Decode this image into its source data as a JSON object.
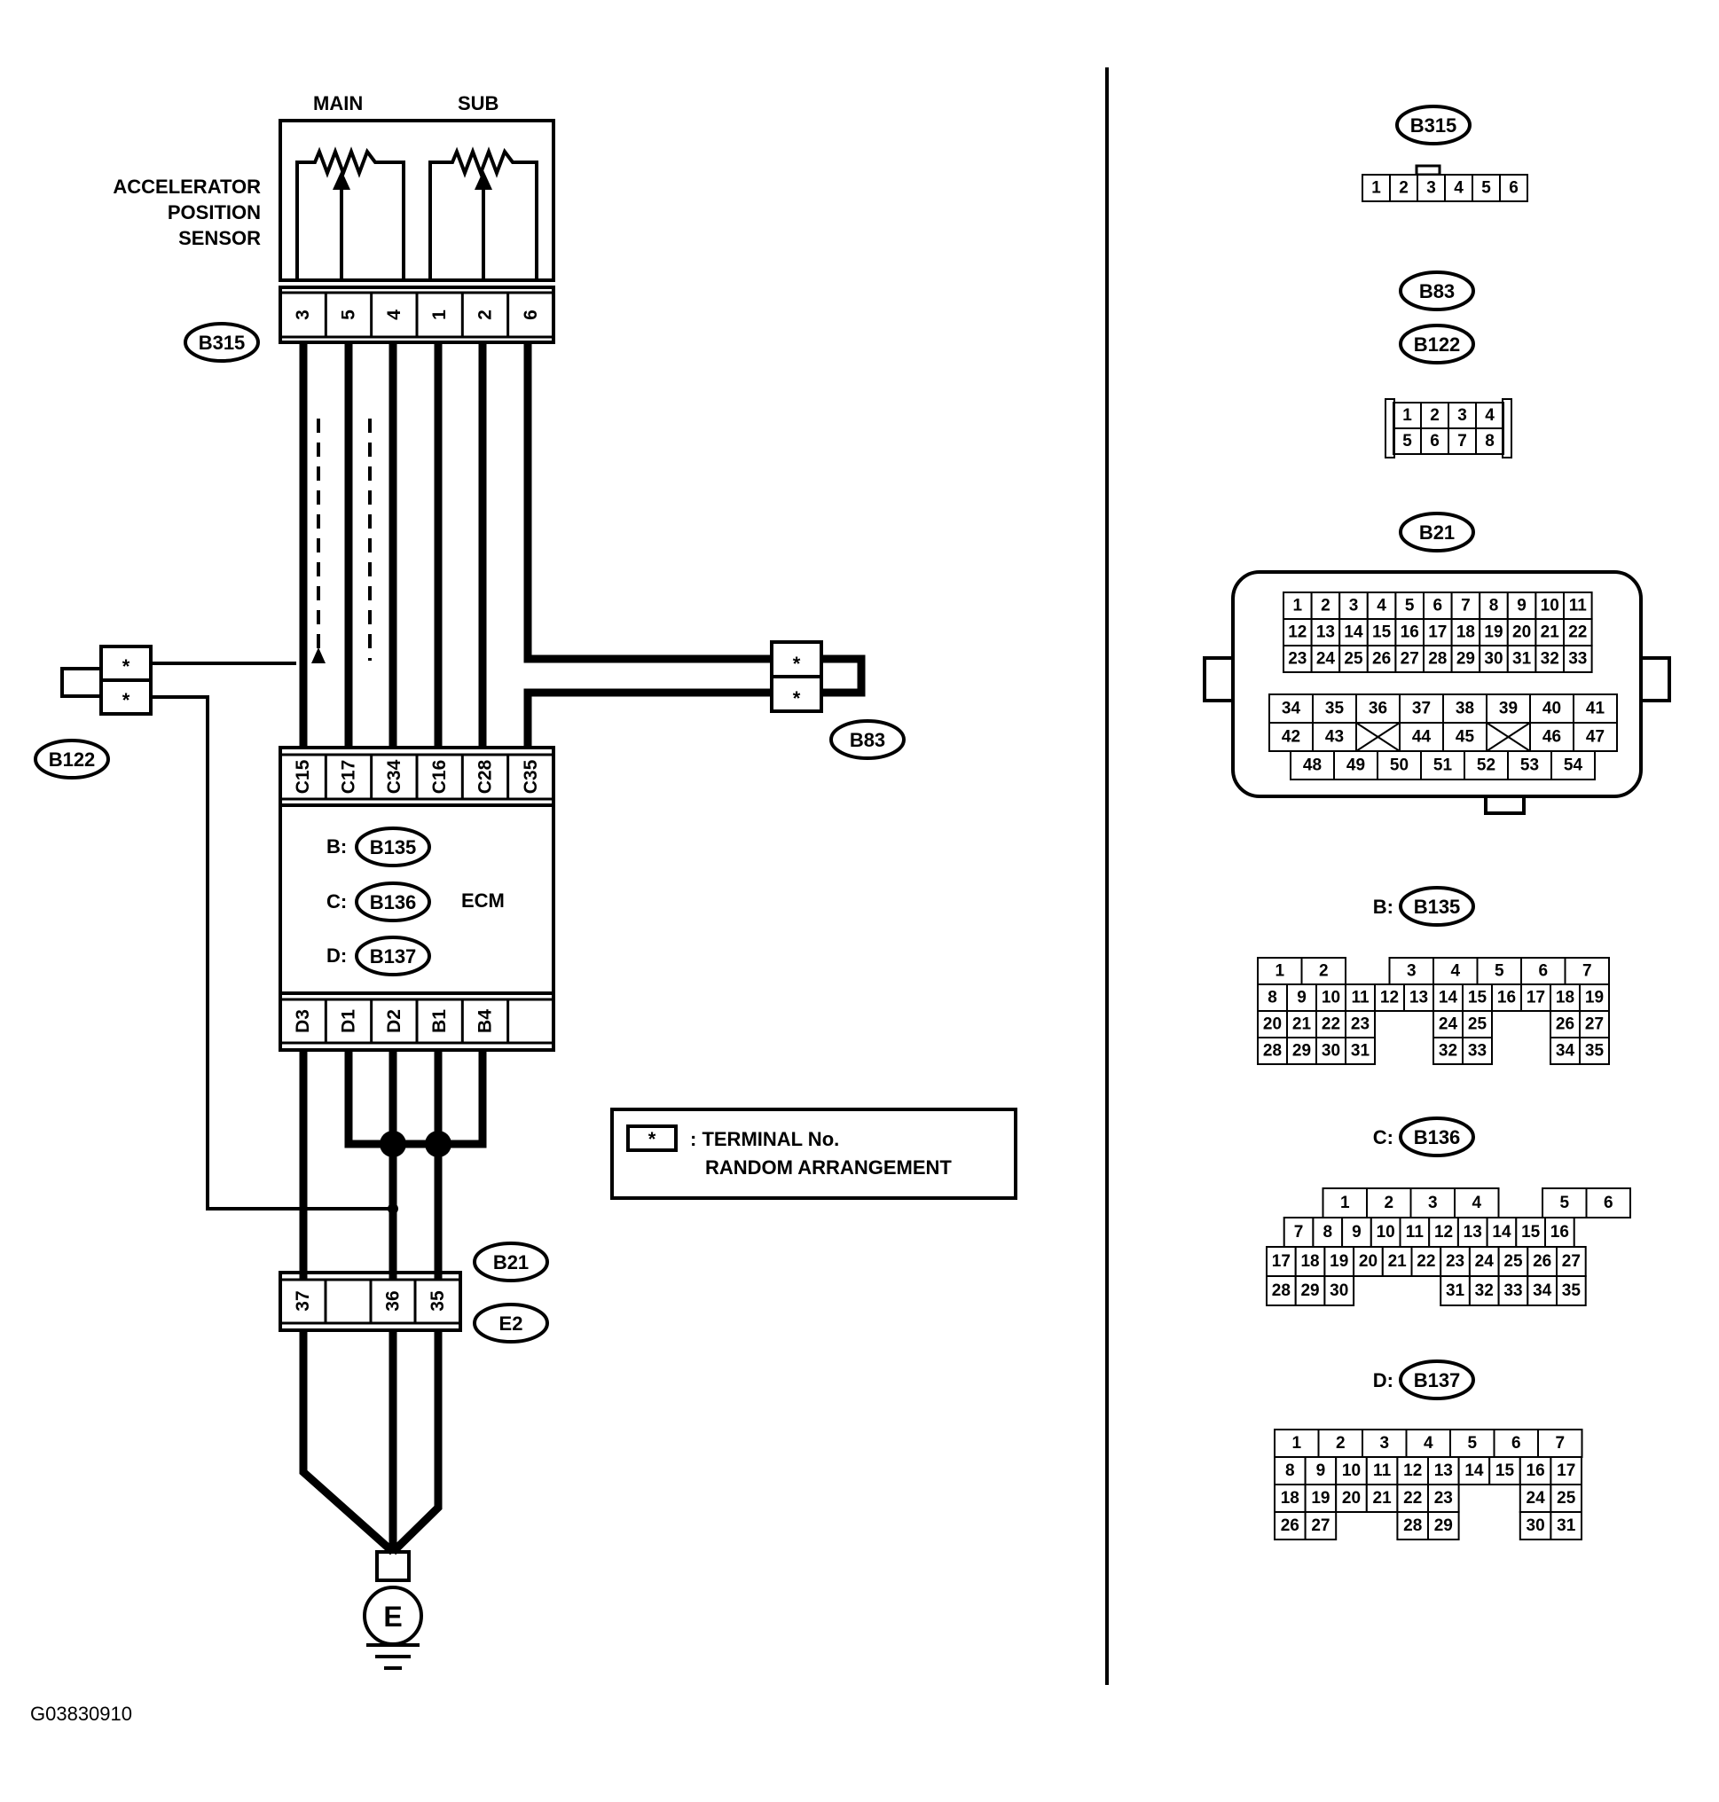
{
  "figure_id": "G03830910",
  "sensor": {
    "label_lines": [
      "ACCELERATOR",
      "POSITION",
      "SENSOR"
    ],
    "main": "MAIN",
    "sub": "SUB"
  },
  "connectors": {
    "b315": "B315",
    "b122": "B122",
    "b83": "B83",
    "b21": "B21",
    "e2": "E2",
    "b135": "B135",
    "b136": "B136",
    "b137": "B137"
  },
  "ecm": {
    "label": "ECM",
    "prefix_b": "B:",
    "prefix_c": "C:",
    "prefix_d": "D:"
  },
  "sensor_pins": [
    "3",
    "5",
    "4",
    "1",
    "2",
    "6"
  ],
  "ecm_top_pins": [
    "C15",
    "C17",
    "C34",
    "C16",
    "C28",
    "C35"
  ],
  "ecm_bottom_pins": [
    "D3",
    "D1",
    "D2",
    "B1",
    "B4",
    ""
  ],
  "b21_pins": [
    "37",
    "",
    "36",
    "35"
  ],
  "star": "*",
  "ground": "E",
  "legend": {
    "star": "*",
    "line1": ": TERMINAL No.",
    "line2": "RANDOM ARRANGEMENT"
  },
  "views": {
    "b315_pins": [
      "1",
      "2",
      "3",
      "4",
      "5",
      "6"
    ],
    "b83_pins": [
      [
        "1",
        "2",
        "3",
        "4"
      ],
      [
        "5",
        "6",
        "7",
        "8"
      ]
    ],
    "b21_top": [
      [
        "1",
        "2",
        "3",
        "4",
        "5",
        "6",
        "7",
        "8",
        "9",
        "10",
        "11"
      ],
      [
        "12",
        "13",
        "14",
        "15",
        "16",
        "17",
        "18",
        "19",
        "20",
        "21",
        "22"
      ],
      [
        "23",
        "24",
        "25",
        "26",
        "27",
        "28",
        "29",
        "30",
        "31",
        "32",
        "33"
      ]
    ],
    "b21_bottom": [
      [
        "34",
        "35",
        "36",
        "37",
        "38",
        "39",
        "40",
        "41"
      ],
      [
        "42",
        "43",
        "",
        "44",
        "45",
        "",
        "46",
        "47"
      ],
      [
        "48",
        "49",
        "50",
        "51",
        "52",
        "53",
        "54"
      ]
    ],
    "b135_rows": [
      [
        "1",
        "2",
        "",
        "3",
        "4",
        "5",
        "6",
        "7"
      ],
      [
        "8",
        "9",
        "10",
        "11",
        "12",
        "13",
        "14",
        "15",
        "16",
        "17",
        "18",
        "19"
      ],
      [
        "20",
        "21",
        "22",
        "23",
        "",
        "",
        "24",
        "25",
        "",
        "",
        "26",
        "27"
      ],
      [
        "28",
        "29",
        "30",
        "31",
        "",
        "",
        "32",
        "33",
        "",
        "",
        "34",
        "35"
      ]
    ],
    "b136_rows": [
      [
        "",
        "1",
        "2",
        "3",
        "4",
        "",
        "5",
        "6"
      ],
      [
        "",
        "7",
        "8",
        "9",
        "10",
        "11",
        "12",
        "13",
        "14",
        "15",
        "16"
      ],
      [
        "17",
        "18",
        "19",
        "20",
        "21",
        "22",
        "23",
        "24",
        "25",
        "26",
        "27"
      ],
      [
        "28",
        "29",
        "30",
        "",
        "",
        "",
        "31",
        "32",
        "33",
        "34",
        "35"
      ]
    ],
    "b137_rows": [
      [
        "1",
        "2",
        "3",
        "4",
        "5",
        "6",
        "7"
      ],
      [
        "8",
        "9",
        "10",
        "11",
        "12",
        "13",
        "14",
        "15",
        "16",
        "17"
      ],
      [
        "18",
        "19",
        "20",
        "21",
        "22",
        "23",
        "",
        "",
        "24",
        "25"
      ],
      [
        "26",
        "27",
        "",
        "",
        "28",
        "29",
        "",
        "",
        "30",
        "31"
      ]
    ]
  }
}
